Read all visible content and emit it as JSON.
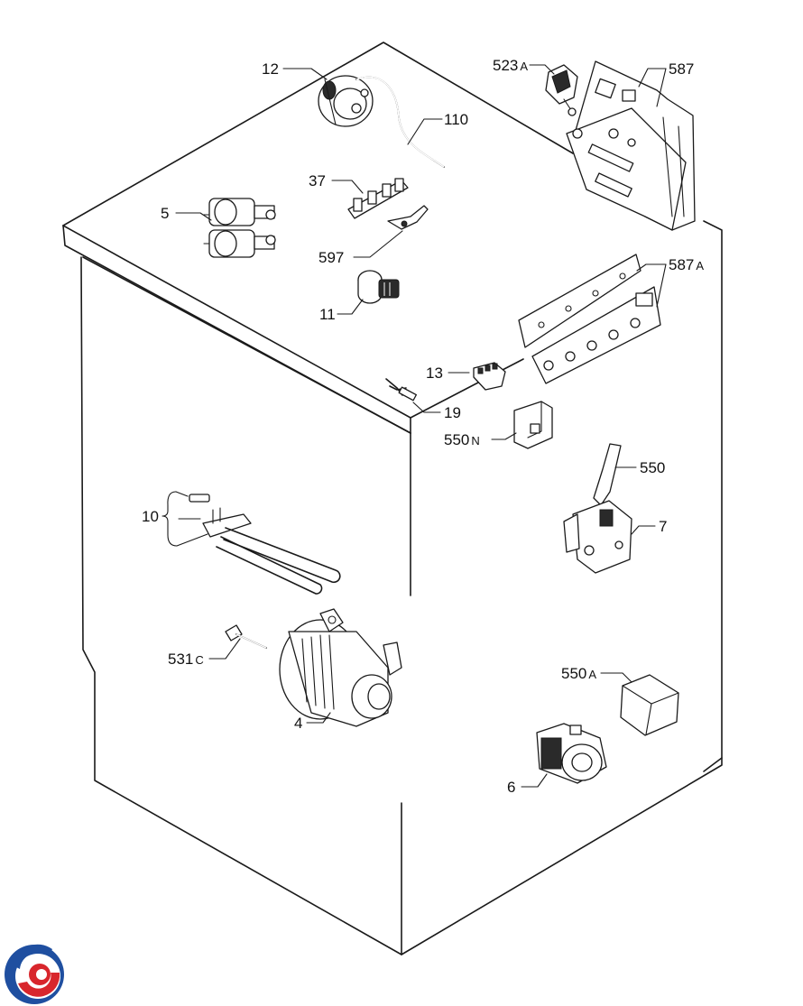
{
  "labels": {
    "p12": "12",
    "p110": "110",
    "p523a": "523",
    "p523a_suffix": "A",
    "p587": "587",
    "p37": "37",
    "p5": "5",
    "p597": "597",
    "p587a": "587",
    "p587a_suffix": "A",
    "p11": "11",
    "p13": "13",
    "p19": "19",
    "p550n": "550",
    "p550n_suffix": "N",
    "p550": "550",
    "p10": "10",
    "p7": "7",
    "p531c": "531",
    "p531c_suffix": "C",
    "p4": "4",
    "p550a": "550",
    "p550a_suffix": "A",
    "p6": "6"
  },
  "colors": {
    "line": "#1a1a1a",
    "logo_blue": "#1f4fa0",
    "logo_red": "#d8262c"
  },
  "logo": {
    "icon": "brand-swirl-icon"
  }
}
